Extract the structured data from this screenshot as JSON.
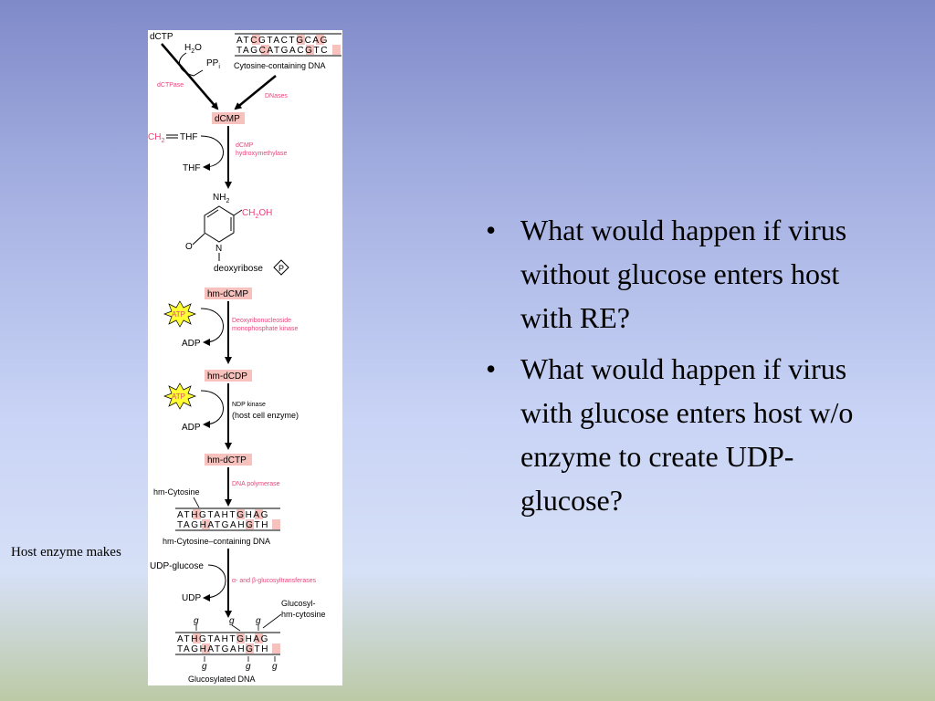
{
  "diagram": {
    "top": {
      "dctp": "dCTP",
      "h2o": "H",
      "h2o_sub": "2",
      "h2o_tail": "O",
      "ppi": "PP",
      "ppi_sub": "i",
      "dctpase": "dCTPase",
      "dnases": "DNases",
      "strand1": "ATCGTACTGCAG",
      "strand2": "TAGCATGACGTC",
      "cyt_dna": "Cytosine-containing DNA"
    },
    "dcmp": "dCMP",
    "step1": {
      "ch2": "CH",
      "ch2_sub": "2",
      "thf_in": "THF",
      "thf_out": "THF",
      "enzyme_line1": "dCMP",
      "enzyme_line2": "hydroxymethylase"
    },
    "structure": {
      "nh2": "NH",
      "nh2_sub": "2",
      "ch2oh": "CH",
      "ch2oh_sub": "2",
      "ch2oh_tail": "OH",
      "o": "O",
      "n": "N",
      "deoxyribose": "deoxyribose",
      "p": "P"
    },
    "hm_dcmp": "hm-dCMP",
    "step2": {
      "atp": "ATP",
      "adp": "ADP",
      "enzyme_line1": "Deoxyribonucleoside",
      "enzyme_line2": "monophosphate kinase"
    },
    "hm_dcdp": "hm-dCDP",
    "step3": {
      "atp": "ATP",
      "adp": "ADP",
      "enzyme_line1": "NDP kinase",
      "enzyme_line2": "(host cell enzyme)"
    },
    "hm_dctp": "hm-dCTP",
    "step4": {
      "enzyme": "DNA polymerase",
      "hm_cytosine": "hm-Cytosine",
      "strand1": "ATHGTAHTGHAG",
      "strand2": "TAGHATGAHGTH",
      "hm_dna": "hm-Cytosine–containing DNA"
    },
    "step5": {
      "udp_glucose": "UDP-glucose",
      "udp": "UDP",
      "enzyme": "α- and β-glucosyltransferases",
      "glucosyl_line1": "Glucosyl-",
      "glucosyl_line2": "hm-cytosine",
      "g": "g",
      "strand1": "ATHGTAHTGHAG",
      "strand2": "TAGHATGAHGTH",
      "gluc_dna": "Glucosylated DNA"
    },
    "colors": {
      "highlight": "#f7c2bd",
      "enzyme_text": "#e8457a",
      "atp_burst": "#ffff33"
    }
  },
  "caption": "Host enzyme makes",
  "bullets": [
    "What would happen if virus without glucose enters host with RE?",
    "What would happen if virus with glucose enters host w/o enzyme to create UDP- glucose?"
  ],
  "bullet_glyph": "•"
}
